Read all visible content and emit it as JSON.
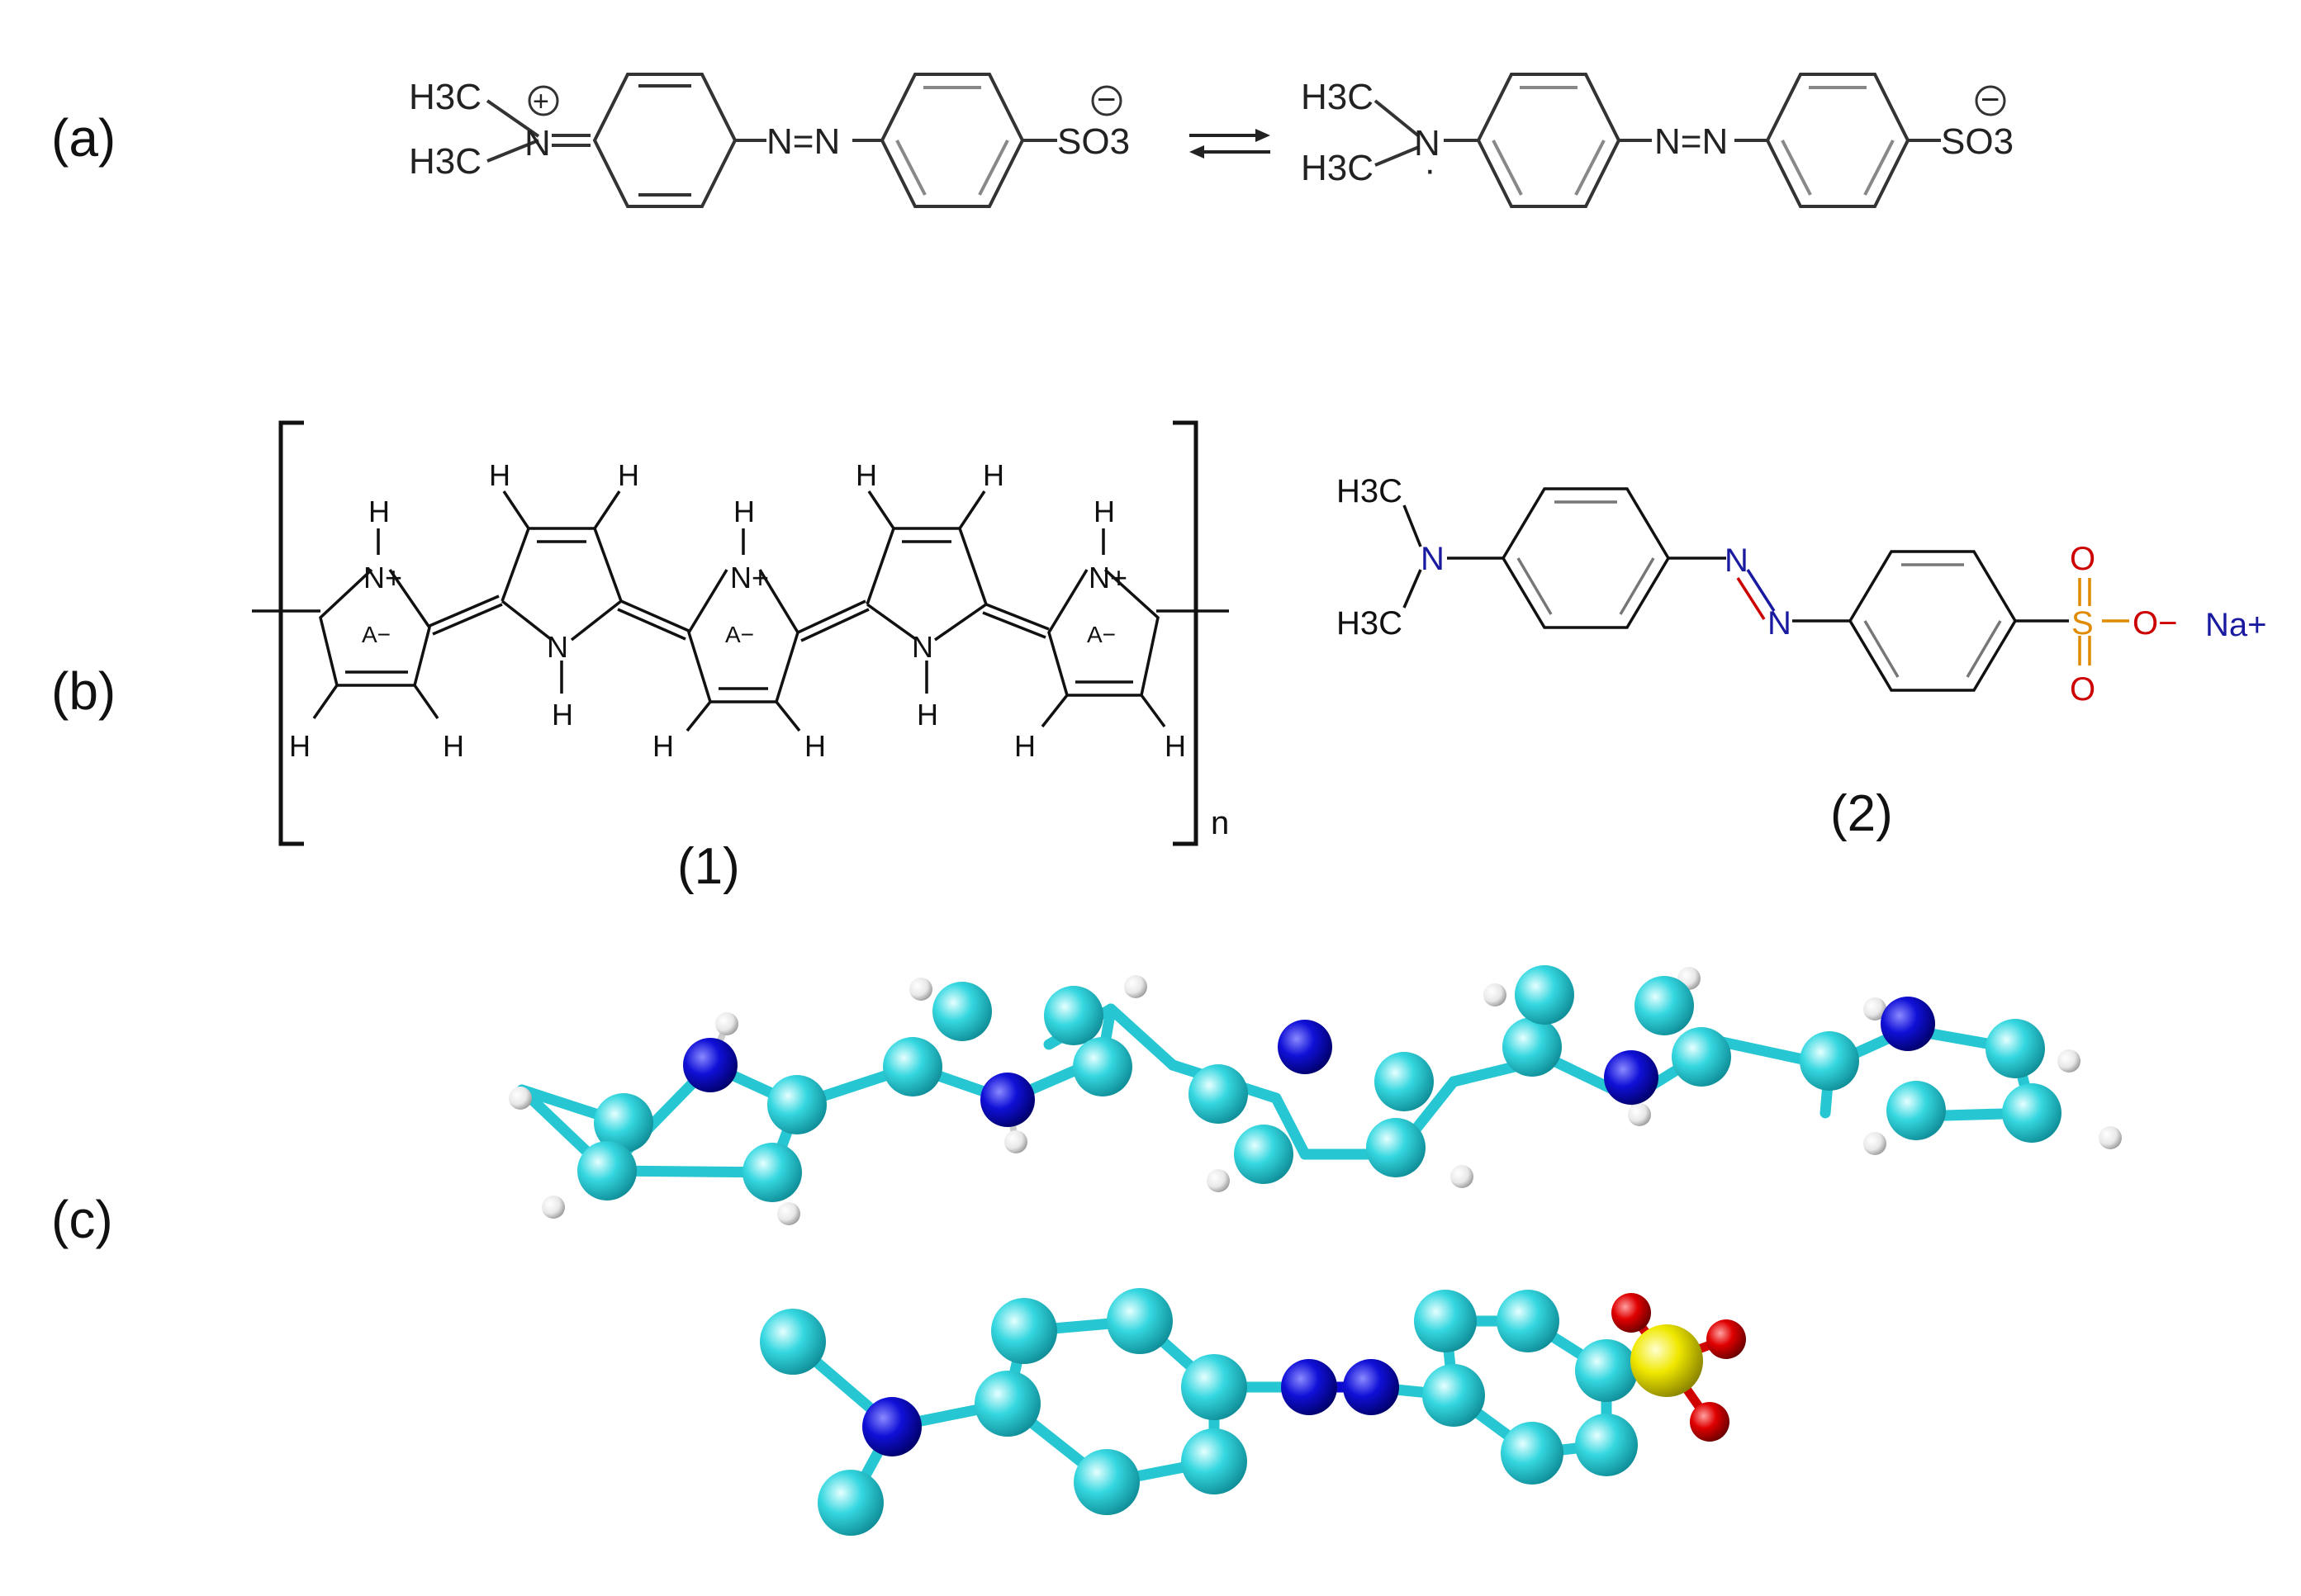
{
  "panels": {
    "a": {
      "label": "(a)",
      "left": {
        "me_top": "H3C",
        "me_bot": "H3C",
        "n": "N",
        "plus": "+",
        "azo": "N=N",
        "so3": "SO3",
        "minus": "−"
      },
      "right": {
        "me_top": "H3C",
        "me_bot": "H3C",
        "n": "N",
        "dot": "·",
        "azo": "N=N",
        "so3": "SO3",
        "minus": "−"
      }
    },
    "b": {
      "label": "(b)",
      "polymer": {
        "n_plus": "N+",
        "h": "H",
        "a_minus": "A−",
        "nh": "N",
        "subscript": "n",
        "caption": "(1)"
      },
      "mo": {
        "h3c_top": "H3C",
        "h3c_bot": "H3C",
        "n": "N",
        "s": "S",
        "o_top": "O",
        "o_bot": "O",
        "o_minus": "O−",
        "na": "Na+",
        "caption": "(2)"
      },
      "colors": {
        "nitrogen": "#1a1aa0",
        "oxygen": "#cc0000",
        "sulfur": "#e08a00"
      }
    },
    "c": {
      "label": "(c)",
      "colors": {
        "carbon": "#2fd3dd",
        "nitrogen": "#0a0ad0",
        "hydrogen": "#f0f0f0",
        "sulfur": "#e8e000",
        "oxygen": "#e00000"
      }
    }
  }
}
